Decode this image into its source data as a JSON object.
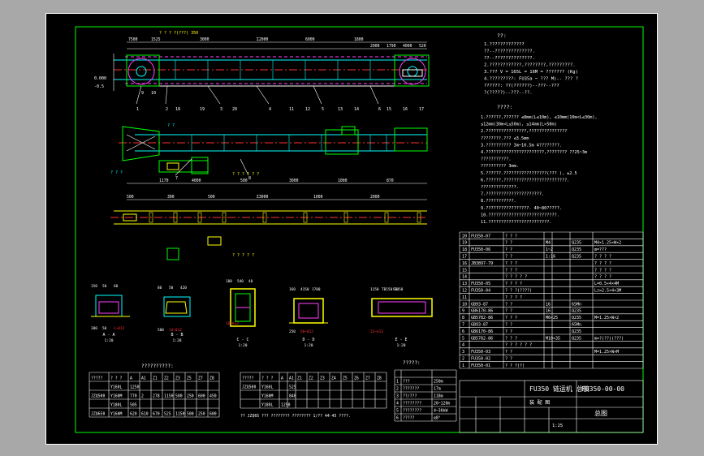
{
  "title_block": {
    "drawing_title": "FU350 链运机 总装",
    "drawing_no": "FU350-00-00",
    "subtitle": "总图",
    "sub_label": "装 配 图",
    "scale": "1:25"
  },
  "notes": {
    "heading1": "??:",
    "lines1": [
      "1.?????????????",
      "  ??--??????????????.",
      "  ??--??????????????.",
      "2.????????????,????????,?????????.",
      "3.??? V = 165L = 16M = ???????  (Kg)",
      "4.?????????:  FU35a ~ ???  M)-- ??? ?",
      "  ??????:  ??(??????)--???--???",
      "         ?(?????)--???--??."
    ],
    "heading2": "????:",
    "lines2": [
      "1.??????,??????       ≤8mm(L≤10m),  ≤10mm(10m<L≤30m),",
      "  ≤12mm(30m<L≤50m),  ≤14mm(L>50m)",
      "2.????????????????,???????????????",
      "  ????????.???       ≤3.5mm",
      "3.??????????    3m~10.5m  4????????.",
      "4.???????????????????????,????????      ??25~3m",
      "  ???????????.",
      "  ??????????        3mm.",
      "5.??????.?????????????????(???   ),    ±2.5",
      "6.??????,?????????????????????????.",
      "  ??????????????.",
      "7.??????????????????????.",
      "8.???????????.",
      "9.?????????????????.        40~80?????.",
      "10.???????????????????????????.",
      "11.????????????????????????."
    ]
  },
  "parts_list": [
    {
      "no": "20",
      "code": "FU350-07",
      "name": "? ? ?",
      "qty": "",
      "mat": "",
      "remark": ""
    },
    {
      "no": "19",
      "code": "",
      "name": "? ?",
      "qty": "M4",
      "mat": "Q235",
      "remark": "M4×1.25×W×2"
    },
    {
      "no": "18",
      "code": "FU350-06",
      "name": "? ?",
      "qty": "1~2",
      "mat": "Q235",
      "remark": "m=???"
    },
    {
      "no": "17",
      "code": "",
      "name": "? ?",
      "qty": "1:16",
      "mat": "Q235",
      "remark": "? ? ? ?"
    },
    {
      "no": "16",
      "code": "JB3897-79",
      "name": "? ? ?",
      "qty": "",
      "mat": "",
      "remark": "? ? ? ?"
    },
    {
      "no": "15",
      "code": "",
      "name": "? ? ?",
      "qty": "",
      "mat": "",
      "remark": "? ? ? ?"
    },
    {
      "no": "14",
      "code": "",
      "name": "? ? ? ? ?",
      "qty": "",
      "mat": "",
      "remark": "? ? ? ?"
    },
    {
      "no": "13",
      "code": "FU350-05",
      "name": "? ? ? ?",
      "qty": "",
      "mat": "",
      "remark": "L=0.5×4×4M"
    },
    {
      "no": "12",
      "code": "FU350-04",
      "name": "? ? ?(????)",
      "qty": "",
      "mat": "",
      "remark": "Lz=2.5×4×3M"
    },
    {
      "no": "11",
      "code": "",
      "name": "? ? ? ?",
      "qty": "",
      "mat": "",
      "remark": ""
    },
    {
      "no": "10",
      "code": "GB93-87",
      "name": "? ?",
      "qty": "16",
      "mat": "65Mn",
      "remark": ""
    },
    {
      "no": "9",
      "code": "GB6170-86",
      "name": "? ?",
      "qty": "16",
      "mat": "Q235",
      "remark": ""
    },
    {
      "no": "8",
      "code": "GB5782-86",
      "name": "? ? ?",
      "qty": "M6×25",
      "mat": "Q235",
      "remark": "M=1.25×W×2"
    },
    {
      "no": "7",
      "code": "GB93-87",
      "name": "? ?",
      "qty": "",
      "mat": "65Mn",
      "remark": ""
    },
    {
      "no": "6",
      "code": "GB6170-86",
      "name": "? ?",
      "qty": "",
      "mat": "Q235",
      "remark": ""
    },
    {
      "no": "5",
      "code": "GB5782-86",
      "name": "? ? ?",
      "qty": "M10×35",
      "mat": "Q235",
      "remark": "m=?(??)(???)"
    },
    {
      "no": "4",
      "code": "",
      "name": "? ? ? ? ? ?",
      "qty": "",
      "mat": "",
      "remark": ""
    },
    {
      "no": "3",
      "code": "FU350-03",
      "name": "? ?",
      "qty": "",
      "mat": "",
      "remark": "M=1.25×W×M"
    },
    {
      "no": "2",
      "code": "FU350-02",
      "name": "? ?",
      "qty": "",
      "mat": "",
      "remark": ""
    },
    {
      "no": "1",
      "code": "FU350-01",
      "name": "? ? ?(?)",
      "qty": "",
      "mat": "",
      "remark": ""
    }
  ],
  "table_left": {
    "caption": "??????????:",
    "header": [
      "?????",
      "? ? ?",
      "A",
      "A1",
      "Z1",
      "Z2",
      "Z3",
      "Z5",
      "Z7",
      "Z8"
    ],
    "rows": [
      [
        "",
        "Y160L",
        "1250",
        "",
        "",
        "",
        "",
        "",
        "",
        ""
      ],
      [
        "JZQ500",
        "Y160M",
        "770",
        "2",
        "278",
        "1150",
        "500",
        "250",
        "600",
        "450"
      ],
      [
        "",
        "Y180L",
        "505",
        "",
        "",
        "",
        "",
        "",
        "",
        ""
      ],
      [
        "JZQ650",
        "Y160M",
        "620",
        "610",
        "670",
        "525",
        "1150",
        "500",
        "250",
        "600"
      ]
    ],
    "footnote": ""
  },
  "table_mid": {
    "header": [
      "?????",
      "? ? ?",
      "A",
      "A1",
      "Z1",
      "Z2",
      "Z3",
      "Z4",
      "Z5",
      "Z6",
      "Z7",
      "Z8"
    ],
    "rows": [
      [
        "JZQ500",
        "Y160L",
        "",
        "525",
        "",
        "",
        "",
        "",
        "",
        "",
        "",
        ""
      ],
      [
        "",
        "Y160M",
        "",
        "840",
        "",
        "",
        "",
        "",
        "",
        "",
        "",
        ""
      ],
      [
        "",
        "Y180L",
        "1250",
        "",
        "",
        "",
        "",
        "",
        "",
        "",
        "",
        ""
      ]
    ],
    "footnote": "?? JZQ65 ??? ???????? ???????? 1/??  44-45  ????."
  },
  "table_right": {
    "caption": "?????:",
    "rows": [
      [
        "1",
        "???",
        "250m"
      ],
      [
        "2",
        "???????",
        "17m"
      ],
      [
        "3",
        "??/???",
        "118m"
      ],
      [
        "4",
        "????????",
        "20~120m"
      ],
      [
        "5",
        "????????",
        "4~30kW"
      ],
      [
        "6",
        "?????",
        "α8°"
      ]
    ]
  },
  "views": {
    "section_titles": [
      "A - A",
      "B - B",
      "C - C",
      "D - D",
      "E - E"
    ],
    "section_scales": [
      "1:20",
      "1:20",
      "1:20",
      "1:20",
      "1:20"
    ],
    "dims_main": [
      "7500",
      "1525",
      "3000",
      "Σ2000",
      "6000",
      "1800",
      "1790",
      "4000",
      "2900",
      "520"
    ],
    "dims_plan": [
      "4000",
      "500",
      "3000",
      "1170",
      "1000",
      "870"
    ],
    "dims_bottom": [
      "500",
      "300",
      "500",
      "Σ3000",
      "1000",
      "2000"
    ],
    "part_labels": [
      "1",
      "2",
      "3",
      "4",
      "5",
      "6",
      "7",
      "8",
      "9",
      "10",
      "11",
      "12",
      "13",
      "14",
      "15",
      "16",
      "17",
      "18",
      "19",
      "20"
    ],
    "annot": [
      "? ? ? ?(???) 350",
      "? ? ? ? ? ?",
      "? ? ?",
      "? ?",
      "? ? ? ? ?"
    ],
    "left_marks": [
      "0.000",
      "-0.5"
    ],
    "misc_labels": {
      "sec_a": [
        "150",
        "50",
        "60",
        "380",
        "50",
        "1~012"
      ],
      "sec_b": [
        "80",
        "50",
        "420",
        "500",
        "14~012"
      ],
      "sec_c": [
        "180",
        "540",
        "40",
        "16~012"
      ],
      "sec_d": [
        "160",
        "4150",
        "1700",
        "250",
        "50~012"
      ],
      "sec_e": [
        "1150",
        "TB150-1050",
        "50",
        "22~413"
      ]
    }
  }
}
